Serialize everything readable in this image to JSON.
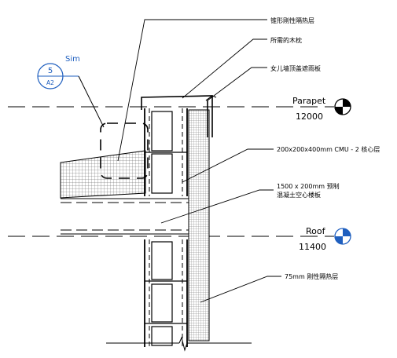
{
  "callouts": {
    "tapered_insulation": "锥形刚性隔热层",
    "wood_nailer": "所需的木枕",
    "parapet_cap": "女儿墙顶盖遮雨板",
    "cmu_core": "200x200x400mm CMU - 2 核心层",
    "precast_plank_line1": "1500 x 200mm 预制",
    "precast_plank_line2": "混凝土空心楼板",
    "rigid_insulation": "75mm 刚性隔热层"
  },
  "levels": {
    "parapet": {
      "name": "Parapet",
      "elevation": "12000"
    },
    "roof": {
      "name": "Roof",
      "elevation": "11400"
    }
  },
  "section_tag": {
    "number": "5",
    "sheet": "A2",
    "note": "Sim"
  },
  "colors": {
    "line": "#000000",
    "tag_blue": "#1f5fbf",
    "level_marker_blue": "#1f5fbf",
    "hatch": "#555555"
  }
}
